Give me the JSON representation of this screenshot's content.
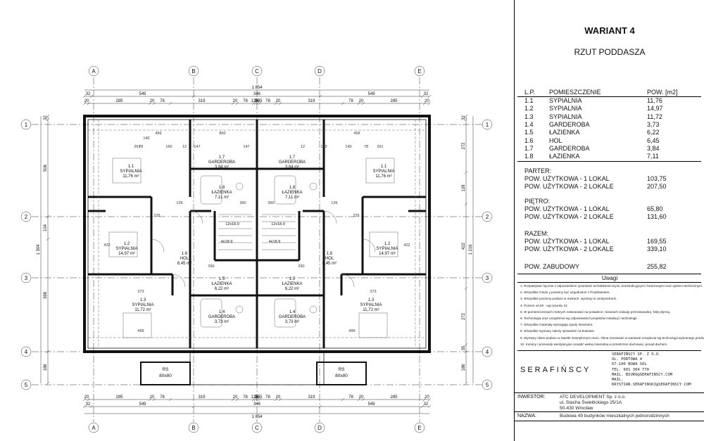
{
  "plan": {
    "axes_x": [
      "A",
      "B",
      "C",
      "D",
      "E"
    ],
    "axes_y": [
      "1",
      "2",
      "3",
      "4",
      "5"
    ],
    "top_total": "1 854",
    "bottom_total": "1 854",
    "top_dims": [
      "32",
      "549",
      "346",
      "549",
      "32"
    ],
    "bottom_dims": [
      "32",
      "549",
      "346",
      "549",
      "32"
    ],
    "top_dims2": [
      "20",
      "285",
      "20",
      "78",
      "319",
      "20",
      "78",
      "135",
      "24",
      "135",
      "78",
      "20",
      "319",
      "78",
      "20",
      "285",
      "20"
    ],
    "left_total": "1 304",
    "right_total": "1 216",
    "left_dims": [
      "32",
      "506",
      "104",
      "398",
      "186"
    ],
    "right_dims": [
      "32",
      "272",
      "128",
      "422",
      "272",
      "35",
      "186"
    ],
    "rooms": [
      {
        "id": "1.1",
        "name": "SYPIALNIA",
        "area": "11,76 m²"
      },
      {
        "id": "1.7",
        "name": "GARDEROBA",
        "area": "3,84 m²"
      },
      {
        "id": "1.7",
        "name": "GARDEROBA",
        "area": "3,84 m²"
      },
      {
        "id": "1.1",
        "name": "SYPIALNIA",
        "area": "11,76 m²"
      },
      {
        "id": "1.8",
        "name": "ŁAZIENKA",
        "area": "7,11 m²"
      },
      {
        "id": "1.8",
        "name": "ŁAZIENKA",
        "area": "7,11 m²"
      },
      {
        "id": "1.2",
        "name": "SYPIALNIA",
        "area": "14,97 m²"
      },
      {
        "id": "1.6",
        "name": "HOL",
        "area": "6,45 m²"
      },
      {
        "id": "1.6",
        "name": "HOL",
        "area": "6,45 m²"
      },
      {
        "id": "1.2",
        "name": "SYPIALNIA",
        "area": "14,97 m²"
      },
      {
        "id": "1.5",
        "name": "ŁAZIENKA",
        "area": "6,22 m²"
      },
      {
        "id": "1.5",
        "name": "ŁAZIENKA",
        "area": "6,22 m²"
      },
      {
        "id": "1.3",
        "name": "SYPIALNIA",
        "area": "11,72 m²"
      },
      {
        "id": "1.4",
        "name": "GARDEROBA",
        "area": "3,73 m²"
      },
      {
        "id": "1.4",
        "name": "GARDEROBA",
        "area": "3,73 m²"
      },
      {
        "id": "1.3",
        "name": "SYPIALNIA",
        "area": "11,72 m²"
      }
    ],
    "rs": [
      {
        "name": "RS",
        "size": "80x80"
      },
      {
        "name": "RS",
        "size": "80x80"
      }
    ],
    "stairs": [
      "12x18.9",
      "12x18.9",
      "4x18.9",
      "4x18.9"
    ],
    "inner_dims": [
      "499",
      "261",
      "78",
      "140",
      "160",
      "12",
      "147",
      "860",
      "147",
      "12",
      "160",
      "140",
      "78",
      "261",
      "499",
      "373",
      "373",
      "499",
      "499",
      "422",
      "422",
      "225",
      "225",
      "290",
      "290",
      "360",
      "360",
      "126",
      "126"
    ]
  },
  "panel": {
    "title": "WARIANT 4",
    "subtitle": "RZUT PODDASZA",
    "table_header": {
      "lp": "L.P.",
      "name": "POMIESZCZENIE",
      "pow": "POW. [m2]"
    },
    "rows": [
      {
        "lp": "1.1",
        "name": "SYPIALNIA",
        "pow": "11,76"
      },
      {
        "lp": "1.2",
        "name": "SYPIALNIA",
        "pow": "14,97"
      },
      {
        "lp": "1.3",
        "name": "SYPIALNIA",
        "pow": "11,72"
      },
      {
        "lp": "1.4",
        "name": "GARDEROBA",
        "pow": "3,73"
      },
      {
        "lp": "1.5",
        "name": "ŁAZIENKA",
        "pow": "6,22"
      },
      {
        "lp": "1.6",
        "name": "HOL",
        "pow": "6,45"
      },
      {
        "lp": "1.7",
        "name": "GARDEROBA",
        "pow": "3,84"
      },
      {
        "lp": "1.8",
        "name": "ŁAZIENKA",
        "pow": "7,11"
      }
    ],
    "parter": {
      "label": "PARTER:",
      "rows": [
        {
          "name": "POW. UŻYTKOWA - 1 LOKAL",
          "val": "103,75"
        },
        {
          "name": "POW. UŻYTKOWA - 2 LOKALE",
          "val": "207,50"
        }
      ]
    },
    "pietro": {
      "label": "PIĘTRO:",
      "rows": [
        {
          "name": "POW. UŻYTKOWA - 1 LOKAL",
          "val": "65,80"
        },
        {
          "name": "POW. UŻYTKOWA - 2 LOKALE",
          "val": "131,60"
        }
      ]
    },
    "razem": {
      "label": "RAZEM:",
      "rows": [
        {
          "name": "POW. UŻYTKOWA - 1 LOKAL",
          "val": "169,55"
        },
        {
          "name": "POW. UŻYTKOWA - 2 LOKALE",
          "val": "339,10"
        }
      ]
    },
    "zabudowy": {
      "name": "POW. ZABUDOWY",
      "val": "255,82"
    },
    "notes_title": "Uwagi",
    "notes": [
      "1. Rozpatrywać łącznie z odpowiednimi rysunkami architektonicznymi, konstrukcyjnymi i branżowymi oraz opisem technicznym.",
      "2. Wszystkie zmian у powinny być uzgodnione z Projektantem.",
      "3. Wszystkie poziomy podano w metrach, wymiary w centymetrach.",
      "4. Poziom ±0,00 - wg rysunku Z1",
      "5. W pomieszczeniach mokrych zastosować na posadzce i ścianach izolację przeciwwodną- folię płynną.",
      "6. Technologię oraz urządzenia wg odpowiednich projektów instalacji i technologii.",
      "7. Wszystkie materiały wymagają zgody Inwestora.",
      "8. Wszystkie wymiary należy sprawdzić na budowie.",
      "9. Wymiary okien podano w świetle zewnętrznym muru. Okna montować w warstwie ocieplenia wg technologii wybranego producenta.",
      "10. Kominy i przewody wentylacyjne ocieplić wełną mineralną w przestrzeni dachowej i ponad dachem."
    ],
    "logo": "SERAFIŃSCY",
    "company": [
      "SERAFIŃSCY SP. Z O.O.",
      "UL. PORTOWA 4",
      "67-100 NOWA SÓL",
      "TEL. 601 304 770",
      "MAIL. BIURO@SERAFINSCY.COM",
      "MAIL. KRYSTIAN.SERAFINSKI@SERAFINSCY.COM"
    ],
    "inwestor_label": "INWESTOR:",
    "inwestor": [
      "ATC DEVELOPMENT Sp. z o.o.",
      "ul. Stacha Świetlickiego 25/1A",
      "50-430 Wrocław"
    ],
    "nazwa_label": "NAZWA:",
    "nazwa": "Budowa 49 budynków mieszkalnych jednorodzinnych"
  }
}
